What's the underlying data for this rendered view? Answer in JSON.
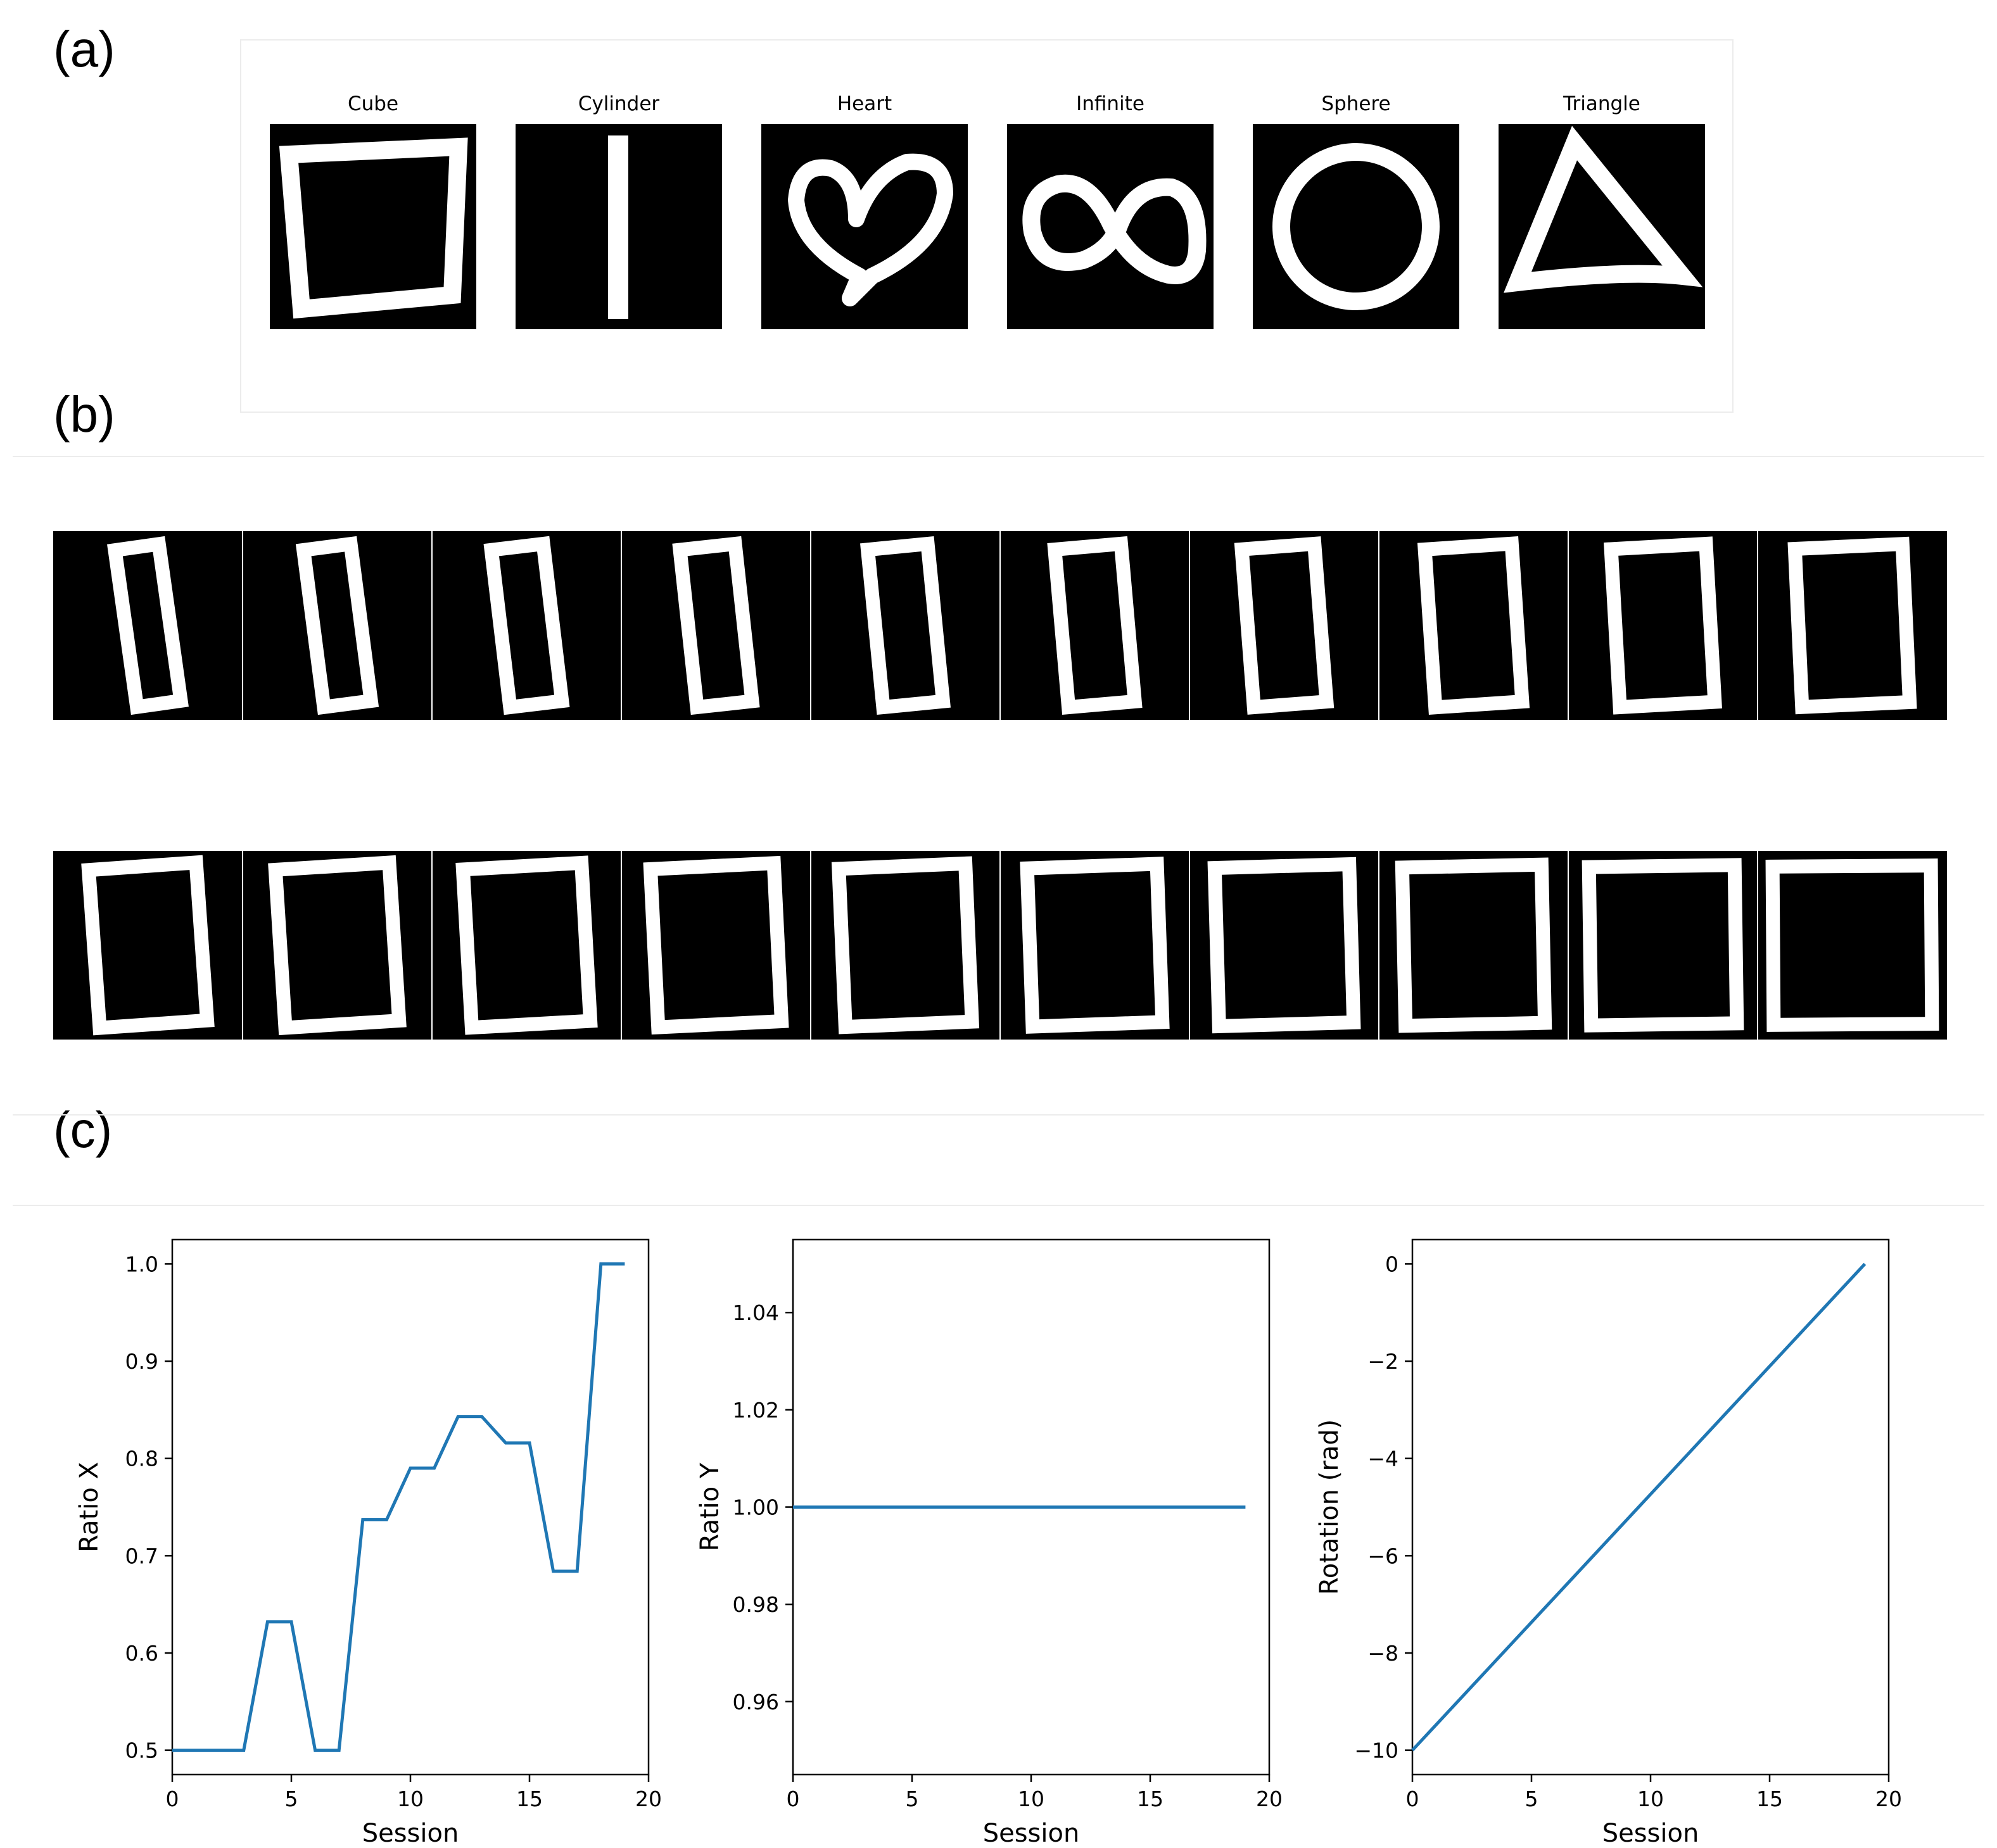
{
  "panel_labels": {
    "a": "(a)",
    "b": "(b)",
    "c": "(c)"
  },
  "shapes": [
    {
      "title": "Cube",
      "icon": "square-outline"
    },
    {
      "title": "Cylinder",
      "icon": "vertical-bar"
    },
    {
      "title": "Heart",
      "icon": "heart-outline"
    },
    {
      "title": "Infinite",
      "icon": "infinity-outline"
    },
    {
      "title": "Sphere",
      "icon": "circle-outline"
    },
    {
      "title": "Triangle",
      "icon": "triangle-outline"
    }
  ],
  "sequence": {
    "rows": 2,
    "frames_per_row": 10,
    "aspect_ratios_row1": [
      0.28,
      0.3,
      0.33,
      0.35,
      0.38,
      0.42,
      0.46,
      0.55,
      0.6,
      0.68
    ],
    "aspect_ratios_row2": [
      0.68,
      0.72,
      0.75,
      0.78,
      0.8,
      0.82,
      0.85,
      0.88,
      0.92,
      1.0
    ],
    "colors": {
      "background": "#000000",
      "stroke": "#ffffff"
    }
  },
  "chart_data": [
    {
      "type": "line",
      "xlabel": "Session",
      "ylabel": "Ratio X",
      "xlim": [
        0,
        20
      ],
      "ylim": [
        0.475,
        1.025
      ],
      "xticks": [
        0,
        5,
        10,
        15,
        20
      ],
      "yticks": [
        0.5,
        0.6,
        0.7,
        0.8,
        0.9,
        1.0
      ],
      "ytick_labels": [
        "0.5",
        "0.6",
        "0.7",
        "0.8",
        "0.9",
        "1.0"
      ],
      "x": [
        0,
        1,
        2,
        3,
        4,
        5,
        6,
        7,
        8,
        9,
        10,
        11,
        12,
        13,
        14,
        15,
        16,
        17,
        18,
        19
      ],
      "y": [
        0.5,
        0.5,
        0.5,
        0.5,
        0.632,
        0.632,
        0.5,
        0.5,
        0.737,
        0.737,
        0.79,
        0.79,
        0.843,
        0.843,
        0.816,
        0.816,
        0.684,
        0.684,
        1.0,
        1.0
      ],
      "color": "#1f77b4",
      "grid": false
    },
    {
      "type": "line",
      "xlabel": "Session",
      "ylabel": "Ratio Y",
      "xlim": [
        0,
        20
      ],
      "ylim": [
        0.945,
        1.055
      ],
      "xticks": [
        0,
        5,
        10,
        15,
        20
      ],
      "yticks": [
        0.96,
        0.98,
        1.0,
        1.02,
        1.04
      ],
      "ytick_labels": [
        "0.96",
        "0.98",
        "1.00",
        "1.02",
        "1.04"
      ],
      "x": [
        0,
        19
      ],
      "y": [
        1.0,
        1.0
      ],
      "color": "#1f77b4",
      "grid": false
    },
    {
      "type": "line",
      "xlabel": "Session",
      "ylabel": "Rotation (rad)",
      "xlim": [
        0,
        20
      ],
      "ylim": [
        -10.5,
        0.5
      ],
      "xticks": [
        0,
        5,
        10,
        15,
        20
      ],
      "yticks": [
        -10,
        -8,
        -6,
        -4,
        -2,
        0
      ],
      "ytick_labels": [
        "−10",
        "−8",
        "−6",
        "−4",
        "−2",
        "0"
      ],
      "x": [
        0,
        19
      ],
      "y": [
        -10,
        0
      ],
      "color": "#1f77b4",
      "grid": false
    }
  ]
}
